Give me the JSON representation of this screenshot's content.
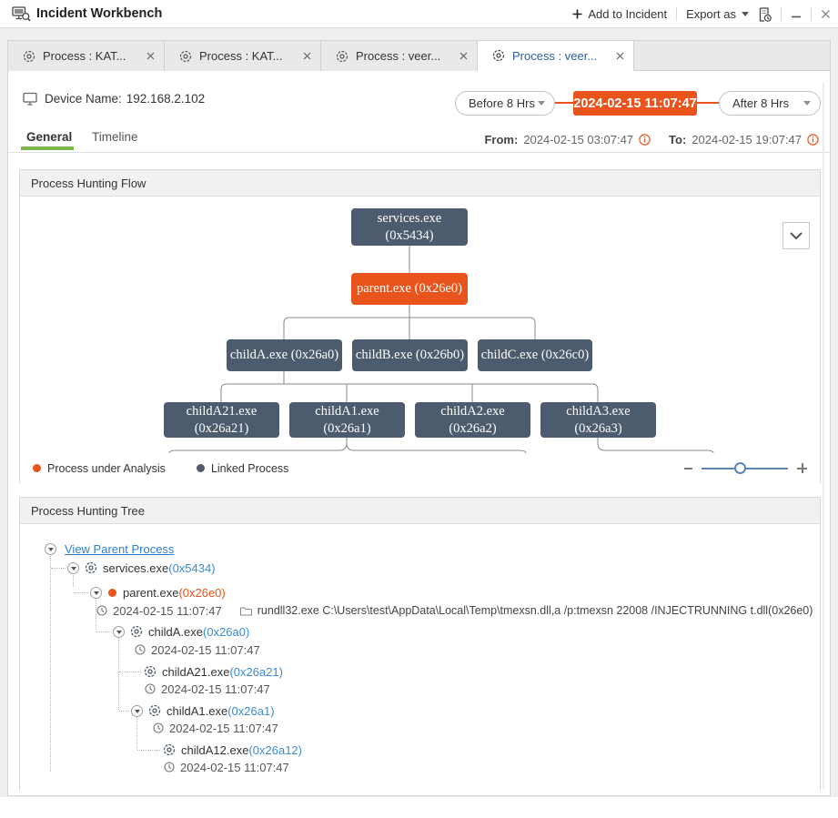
{
  "header": {
    "title": "Incident Workbench",
    "add_to_incident": "Add to Incident",
    "export_as": "Export as"
  },
  "tabs": [
    {
      "label": "Process : KAT..."
    },
    {
      "label": "Process : KAT..."
    },
    {
      "label": "Process : veer..."
    },
    {
      "label": "Process : veer..."
    }
  ],
  "device": {
    "label": "Device Name:",
    "ip": "192.168.2.102"
  },
  "time_nav": {
    "before": "Before 8 Hrs",
    "pivot": "2024-02-15 11:07:47",
    "after": "After 8 Hrs"
  },
  "view_tabs": {
    "general": "General",
    "timeline": "Timeline"
  },
  "range": {
    "from_label": "From:",
    "from_value": "2024-02-15 03:07:47",
    "to_label": "To:",
    "to_value": "2024-02-15 19:07:47"
  },
  "flow": {
    "title": "Process Hunting Flow",
    "nodes": {
      "services": "services.exe\n(0x5434)",
      "parent": "parent.exe (0x26e0)",
      "childA": "childA.exe (0x26a0)",
      "childB": "childB.exe (0x26b0)",
      "childC": "childC.exe (0x26c0)",
      "childA21": "childA21.exe\n(0x26a21)",
      "childA1": "childA1.exe\n(0x26a1)",
      "childA2": "childA2.exe\n(0x26a2)",
      "childA3": "childA3.exe\n(0x26a3)"
    },
    "legend": {
      "analysis": "Process under Analysis",
      "linked": "Linked Process"
    },
    "colors": {
      "analysis": "#e8541c",
      "linked": "#4c5b6d"
    }
  },
  "tree": {
    "title": "Process Hunting Tree",
    "rows": [
      {
        "label": "View Parent Process"
      },
      {
        "name": "services.exe",
        "pid": "(0x5434)"
      },
      {
        "name": "parent.exe",
        "pid": "(0x26e0)"
      },
      {
        "time": "2024-02-15 11:07:47",
        "cmd": "rundll32.exe C:\\Users\\test\\AppData\\Local\\Temp\\tmexsn.dll,a /p:tmexsn 22008 /INJECTRUNNING t.dll(0x26e0)"
      },
      {
        "name": "childA.exe",
        "pid": "(0x26a0)"
      },
      {
        "time": "2024-02-15 11:07:47"
      },
      {
        "name": "childA21.exe",
        "pid": "(0x26a21)"
      },
      {
        "time": "2024-02-15 11:07:47"
      },
      {
        "name": "childA1.exe",
        "pid": "(0x26a1)"
      },
      {
        "time": "2024-02-15 11:07:47"
      },
      {
        "name": "childA12.exe",
        "pid": "(0x26a12)"
      },
      {
        "time": "2024-02-15 11:07:47"
      }
    ]
  }
}
